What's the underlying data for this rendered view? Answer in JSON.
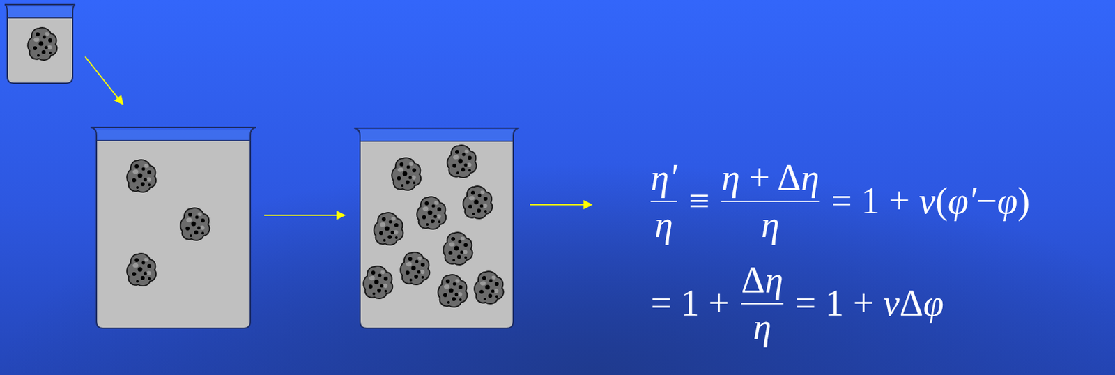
{
  "diagram": {
    "labels": [
      "η'",
      "η",
      "≡",
      "η + Δη",
      "η",
      "= 1 + ν(φ'−φ)",
      "= 1 +",
      "Δη",
      "η",
      "= 1 + νΔφ"
    ]
  }
}
